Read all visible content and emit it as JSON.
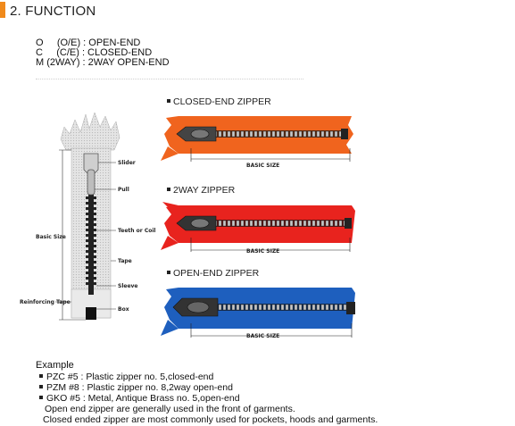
{
  "heading": "2. FUNCTION",
  "legend": [
    "O     (O/E) : OPEN-END",
    "C     (C/E) : CLOSED-END",
    "M (2WAY) : 2WAY OPEN-END"
  ],
  "diagram": {
    "labels": {
      "slider": "Slider",
      "pull": "Pull",
      "teeth": "Teeth or Coil",
      "tape": "Tape",
      "sleeve": "Sleeve",
      "box": "Box",
      "basic_size": "Basic Size",
      "reinforcing": "Reinforcing Tape"
    }
  },
  "zippers": [
    {
      "title": "CLOSED-END ZIPPER",
      "color": "#f0641e",
      "dim": "BASIC SIZE"
    },
    {
      "title": "2WAY ZIPPER",
      "color": "#e8231e",
      "dim": "BASIC SIZE"
    },
    {
      "title": "OPEN-END ZIPPER",
      "color": "#1e5fbe",
      "dim": "BASIC SIZE"
    }
  ],
  "example": {
    "title": "Example",
    "items": [
      "PZC #5 : Plastic zipper no. 5,closed-end",
      "PZM #8 : Plastic zipper no. 8,2way open-end",
      "GKO #5 : Metal, Antique Brass no. 5,open-end"
    ],
    "notes": [
      "Open end zipper are generally used in the front of garments.",
      "Closed ended zipper are most commonly used for pockets, hoods and garments."
    ]
  }
}
